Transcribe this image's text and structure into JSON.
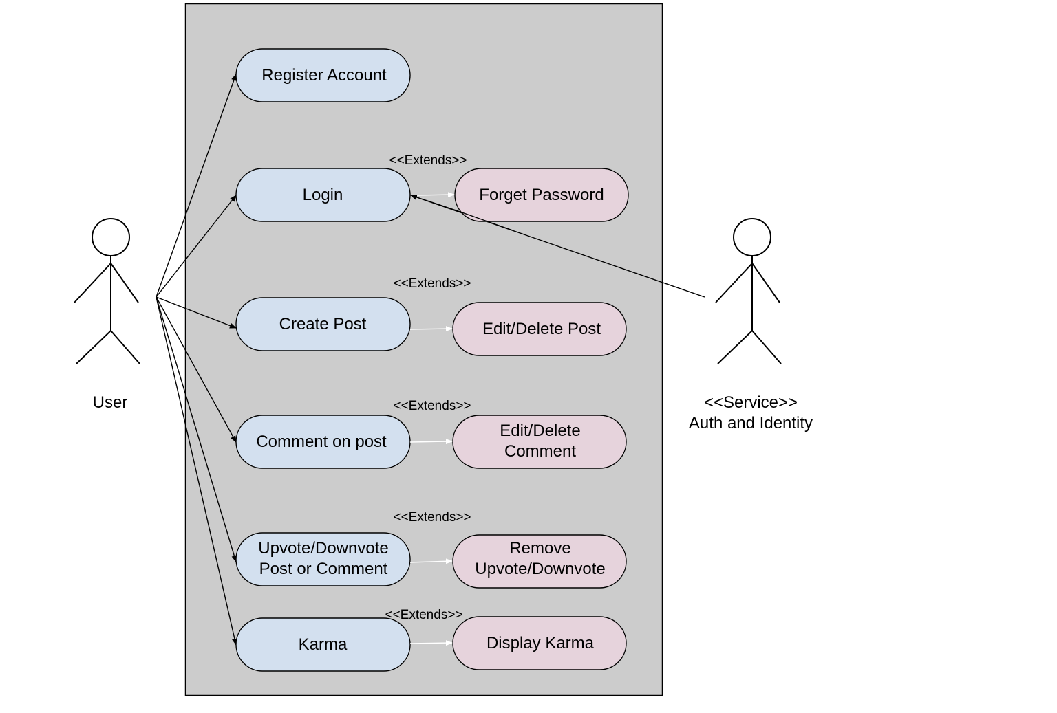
{
  "colors": {
    "system_boundary_fill": "#cccccc",
    "primary_use_case_fill": "#d3e0ef",
    "extension_use_case_fill": "#e6d3dc",
    "line": "#000000",
    "extends_arrow": "#ffffff"
  },
  "actors": {
    "user": {
      "label": "User",
      "icon": "stick-figure"
    },
    "service": {
      "stereotype": "<<Service>>",
      "label": "Auth and Identity",
      "icon": "stick-figure"
    }
  },
  "use_cases": {
    "register_account": "Register Account",
    "login": "Login",
    "forget_password": "Forget Password",
    "create_post": "Create Post",
    "edit_delete_post": "Edit/Delete Post",
    "comment_on_post": "Comment on post",
    "edit_delete_comment": [
      "Edit/Delete",
      "Comment"
    ],
    "upvote_downvote": [
      "Upvote/Downvote",
      "Post or Comment"
    ],
    "remove_upvote_downvote": [
      "Remove",
      "Upvote/Downvote"
    ],
    "karma": "Karma",
    "display_karma": "Display Karma"
  },
  "extends_labels": {
    "login": "<<Extends>>",
    "create_post": "<<Extends>>",
    "comment_on_post": "<<Extends>>",
    "upvote_downvote": "<<Extends>>",
    "karma": "<<Extends>>"
  }
}
